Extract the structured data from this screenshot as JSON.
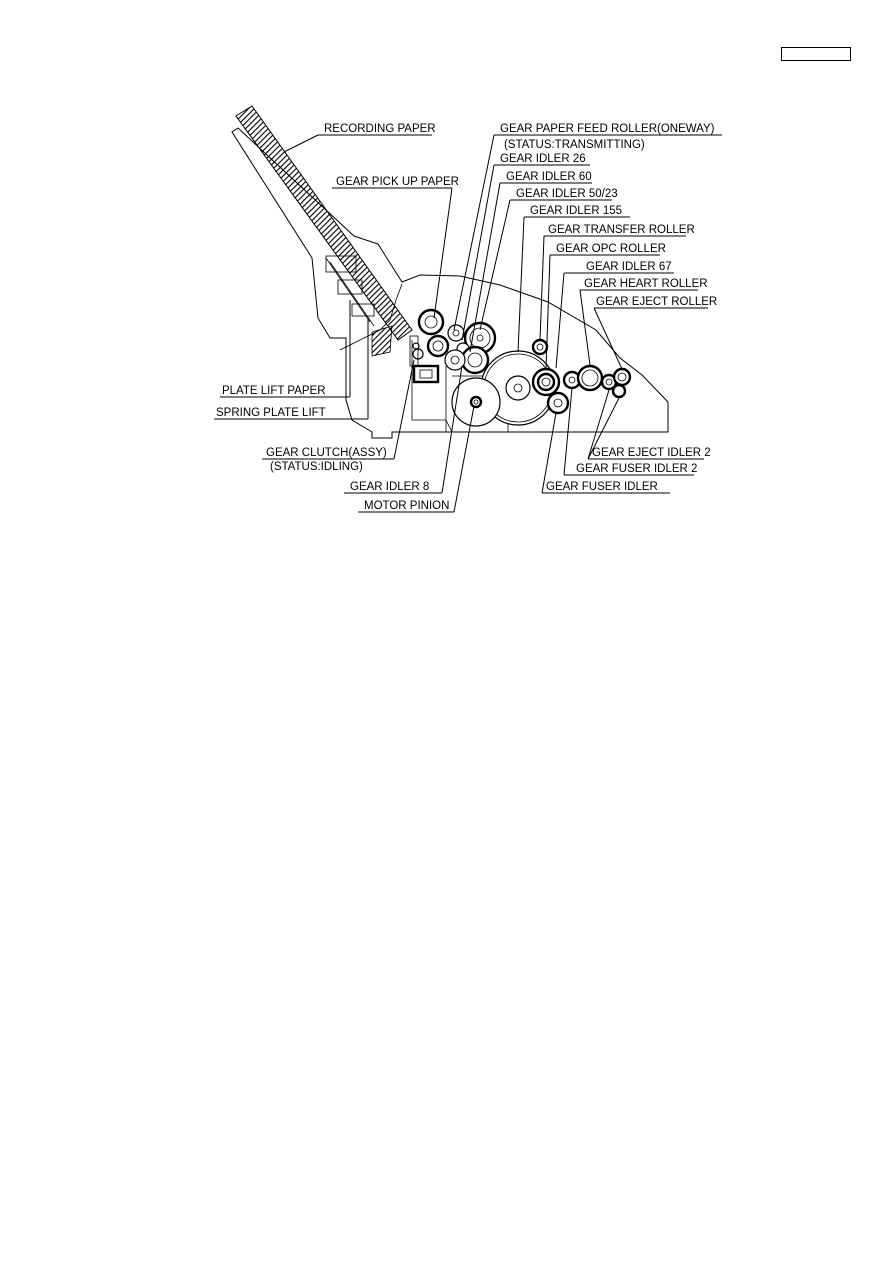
{
  "labels": {
    "recording_paper": "RECORDING PAPER",
    "gear_paper_feed_roller": "GEAR PAPER FEED ROLLER(ONEWAY)",
    "status_transmitting": "(STATUS:TRANSMITTING)",
    "gear_idler_26": "GEAR IDLER 26",
    "gear_pick_up_paper": "GEAR PICK UP PAPER",
    "gear_idler_60": "GEAR IDLER 60",
    "gear_idler_50_23": "GEAR IDLER 50/23",
    "gear_idler_155": "GEAR IDLER 155",
    "gear_transfer_roller": "GEAR TRANSFER ROLLER",
    "gear_opc_roller": "GEAR OPC ROLLER",
    "gear_idler_67": "GEAR IDLER 67",
    "gear_heart_roller": "GEAR HEART ROLLER",
    "gear_eject_roller": "GEAR EJECT ROLLER",
    "plate_lift_paper": "PLATE LIFT PAPER",
    "spring_plate_lift": "SPRING PLATE LIFT",
    "gear_clutch_assy": "GEAR CLUTCH(ASSY)",
    "status_idling": "(STATUS:IDLING)",
    "gear_eject_idler_2": "GEAR EJECT IDLER 2",
    "gear_fuser_idler_2": "GEAR FUSER IDLER 2",
    "gear_idler_8": "GEAR IDLER 8",
    "gear_fuser_idler": "GEAR FUSER IDLER",
    "motor_pinion": "MOTOR PINION"
  }
}
